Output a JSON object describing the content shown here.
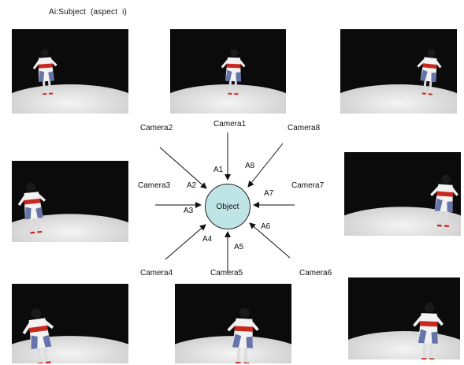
{
  "title": "Ai:Subject  (aspect  i)",
  "object_label": "Object",
  "cameras": [
    {
      "id": "camera1",
      "label": "Camera1"
    },
    {
      "id": "camera2",
      "label": "Camera2"
    },
    {
      "id": "camera3",
      "label": "Camera3"
    },
    {
      "id": "camera4",
      "label": "Camera4"
    },
    {
      "id": "camera5",
      "label": "Camera5"
    },
    {
      "id": "camera6",
      "label": "Camera6"
    },
    {
      "id": "camera7",
      "label": "Camera7"
    },
    {
      "id": "camera8",
      "label": "Camera8"
    }
  ],
  "aspects": [
    "A1",
    "A2",
    "A3",
    "A4",
    "A5",
    "A6",
    "A7",
    "A8"
  ],
  "photo_subject": "dancer in white yukata with red sash on dark stage",
  "colors": {
    "object_fill": "#bfe4e6",
    "stage_dark": "#0b0b0b",
    "floor_light": "#e8e8e8",
    "sash_red": "#c8281e",
    "yukata_blue": "#2b3f8a"
  }
}
